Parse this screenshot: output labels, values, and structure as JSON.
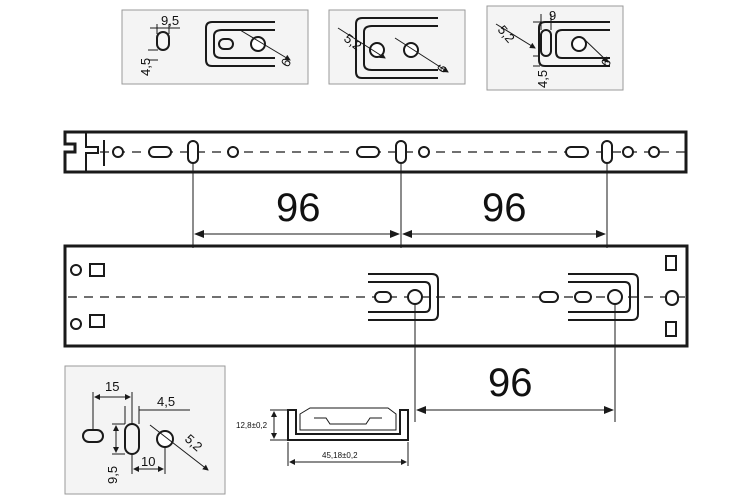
{
  "main_spacing": {
    "top_left": "96",
    "top_right": "96",
    "bottom": "96"
  },
  "detail_1": {
    "width": "9,5",
    "height": "4,5",
    "hole": "6"
  },
  "detail_2": {
    "diag": "5,2",
    "hole": "6"
  },
  "detail_3": {
    "diag": "5,2",
    "width": "9",
    "height": "4,5",
    "hole": "6"
  },
  "detail_4": {
    "d15": "15",
    "d45": "4,5",
    "d52": "5,2",
    "d95": "9,5",
    "d10": "10"
  },
  "profile": {
    "height": "12,8±0,2",
    "width": "45,18±0,2"
  },
  "colors": {
    "line": "#1a1a1a",
    "box_fill": "#f4f4f4",
    "box_border": "#9a9a9a"
  }
}
